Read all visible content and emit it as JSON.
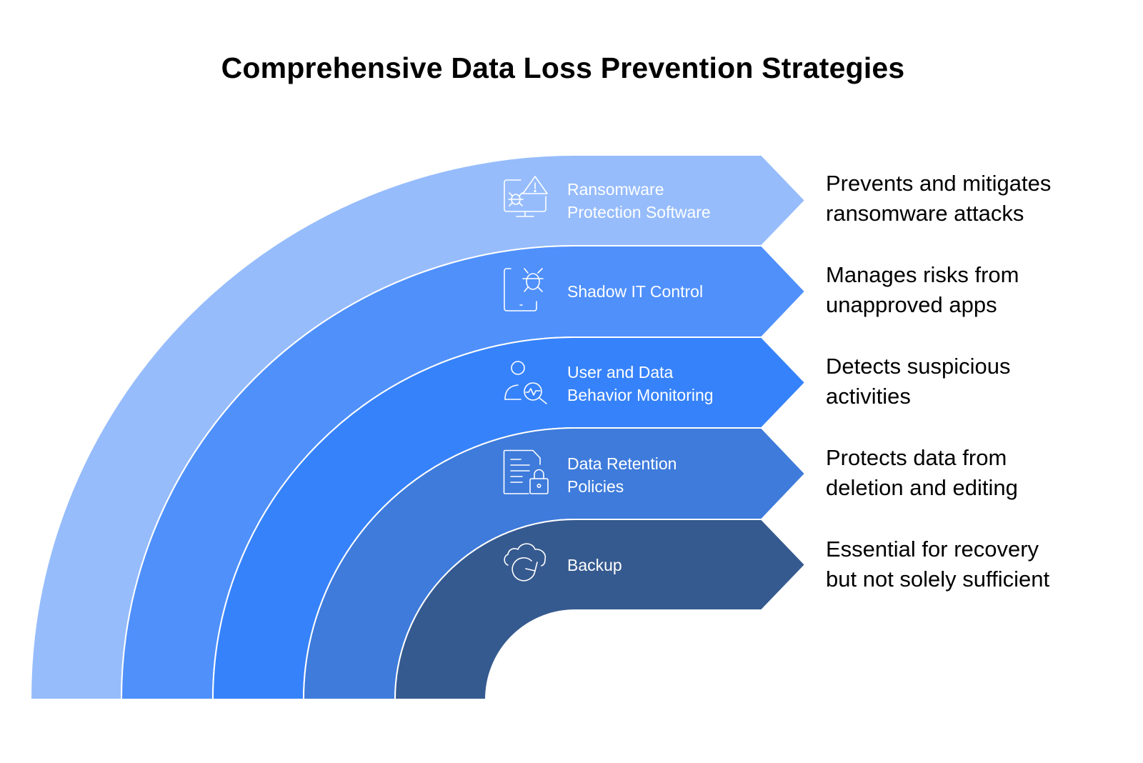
{
  "title": "Comprehensive Data Loss Prevention Strategies",
  "layers": [
    {
      "label_line1": "Ransomware",
      "label_line2": "Protection Software",
      "description_line1": "Prevents and mitigates",
      "description_line2": "ransomware attacks",
      "icon": "monitor-bug-warning-icon",
      "color": "#96BCFC"
    },
    {
      "label_line1": "Shadow IT Control",
      "label_line2": "",
      "description_line1": "Manages risks from",
      "description_line2": "unapproved apps",
      "icon": "tablet-bug-icon",
      "color": "#4F90FB"
    },
    {
      "label_line1": "User and Data",
      "label_line2": "Behavior Monitoring",
      "description_line1": "Detects suspicious",
      "description_line2": "activities",
      "icon": "user-monitoring-icon",
      "color": "#3682FA"
    },
    {
      "label_line1": "Data Retention",
      "label_line2": "Policies",
      "description_line1": "Protects data from",
      "description_line2": "deletion and editing",
      "icon": "document-lock-icon",
      "color": "#3E7BDB"
    },
    {
      "label_line1": "Backup",
      "label_line2": "",
      "description_line1": "Essential for recovery",
      "description_line2": "but not solely sufficient",
      "icon": "cloud-sync-icon",
      "color": "#355A8F"
    }
  ]
}
